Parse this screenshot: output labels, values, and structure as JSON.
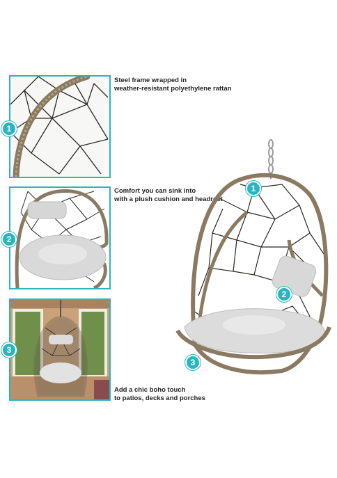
{
  "features": [
    {
      "number": "1",
      "line1": "Steel frame wrapped in",
      "line2": "weather-resistant polyethylene rattan"
    },
    {
      "number": "2",
      "line1": "Comfort you can sink into",
      "line2": "with a plush cushion and headrest"
    },
    {
      "number": "3",
      "line1": "Add a chic boho touch",
      "line2": "to patios, decks and porches"
    }
  ],
  "colors": {
    "accent": "#2bb5c0",
    "rattan": "#8a7a62",
    "weave": "#2a2622",
    "cushion": "#d9d9d9"
  }
}
